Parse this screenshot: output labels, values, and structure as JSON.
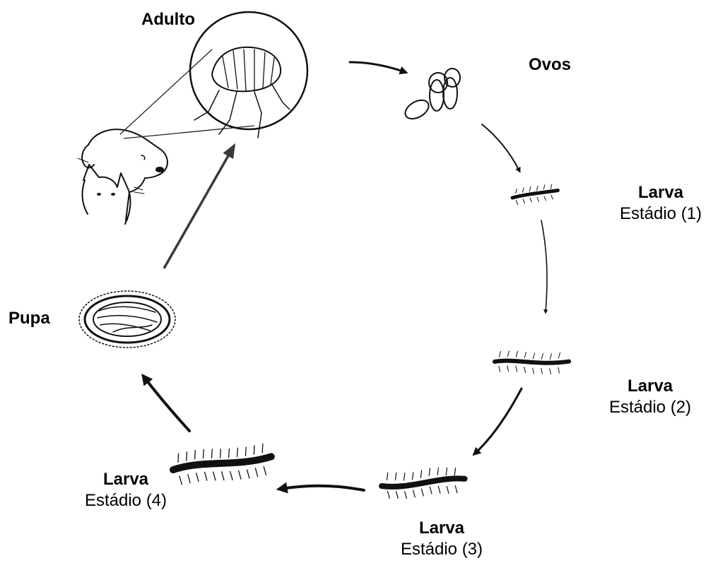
{
  "labels": {
    "adulto": "Adulto",
    "ovos": "Ovos",
    "larva1": {
      "title": "Larva",
      "stage": "Estádio (1)"
    },
    "larva2": {
      "title": "Larva",
      "stage": "Estádio (2)"
    },
    "larva3": {
      "title": "Larva",
      "stage": "Estádio (3)"
    },
    "larva4": {
      "title": "Larva",
      "stage": "Estádio (4)"
    },
    "pupa": "Pupa"
  },
  "colors": {
    "ink": "#111111",
    "arrow": "#3a3a3a",
    "background": "#ffffff"
  },
  "cycle": [
    "adulto",
    "ovos",
    "larva1",
    "larva2",
    "larva3",
    "larva4",
    "pupa",
    "adulto"
  ]
}
